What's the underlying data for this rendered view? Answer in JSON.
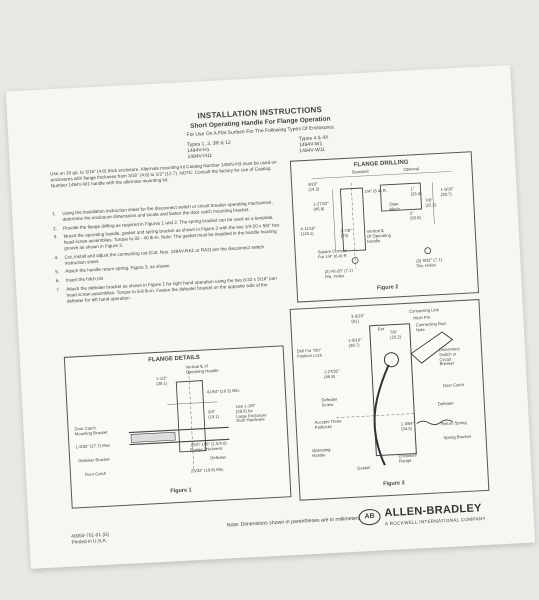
{
  "header": {
    "title": "INSTALLATION INSTRUCTIONS",
    "subtitle": "Short Operating Handle For Flange Operation",
    "subline": "For Use On A Flat Surface For The Following Types Of Enclosures:",
    "types_col1": [
      "Types 1, 3, 3R & 12",
      "1494V-H1",
      "1494V-H11"
    ],
    "types_col2": [
      "Types 4 & 4X",
      "1494V-W1",
      "1494V-W11"
    ]
  },
  "intro": "Use on 16 ga. to 3/16\" (4.8) thick enclosure. Alternate mounting kit Catalog Number 1494V-H3 must be used on enclosures with flange thickness from 3/16\" (4.8) to 1/2\" (12.7). NOTE: Consult the factory for use of Catalog Number 1494V-W1 handle with the alternate mounting kit.",
  "steps": [
    {
      "n": "1.",
      "text": "Using the installation instruction sheet for the disconnect switch or circuit breaker operating mechanism, determine the enclosure dimensions and locate and fasten the door catch mounting bracket."
    },
    {
      "n": "2.",
      "text": "Provide the flange drilling as required in Figures 1 and 2. The spring bracket can be used as a template."
    },
    {
      "n": "3.",
      "text": "Mount the operating handle, gasket and spring bracket as shown in Figure 3 with the two 1/4-20 x 5/8\" hex head screw assemblies. Torque to 35 - 40 lb-in. Note: The gasket must be installed in the handle housing groove as shown in Figure 3."
    },
    {
      "n": "4.",
      "text": "Cut, install and adjust the connecting rod (Cat. Nos. 1494V-RA1 or RA2) per the disconnect switch instruction sheet."
    },
    {
      "n": "5.",
      "text": "Attach the handle return spring, Figure 3, as shown."
    },
    {
      "n": "6.",
      "text": "Insert the hitch pin."
    },
    {
      "n": "7.",
      "text": "Attach the defeater bracket as shown in Figure 1 for right hand operation using the two 8-32 x 5/16\" pan head screw assemblies. Torque to 6-8 lb-in. Fasten the defeater bracket on the opposite side of the defeater for left hand operation."
    }
  ],
  "figure1": {
    "title": "FLANGE DETAILS",
    "caption": "Figure 1",
    "labels": {
      "dim_1_1_2": "1-1/2\"\n(38.1)",
      "vertical_cl": "Vertical ℄ of\nOperating Handle",
      "dim_41_64": "41/64\" (16.3) Min.",
      "door_catch_bracket": "Door Catch\nMounting Bracket",
      "dim_3_4": "3/4\"\n(19.1)",
      "use_1_1_8": "Use 1-1/8\"\n(28.6) for\nLarge Enclosure\nDoor Hardware",
      "dim_1_3_32": "1-3/32\" (27.7) Max.",
      "flange_thickness": ".059\"/.188\" (1.5/4.8)\nFlange Thickness",
      "defeater_bracket": "Defeater Bracket",
      "defeater": "Defeater",
      "door_catch": "Door Catch",
      "dim_25_32": "25/32\" (19.8) Min."
    }
  },
  "figure2": {
    "title": "FLANGE DRILLING",
    "caption": "Figure 2",
    "labels": {
      "standard": "Standard",
      "optional": "Optional",
      "dim_9_16": "9/16\"\n(14.3)",
      "dim_1_4": "1/4\" (6.4) R.",
      "dim_1": "1\"\n(25.4)",
      "dim_1_9_16": "1-9/16\"\n(39.7)",
      "dim_1_27_32": "1-27/32\"\n(46.8)",
      "oper_mech": "Oper.\nMech.",
      "dim_7_8": "7/8\"\n(22.2)",
      "dim_2": "2\"\n(50.8)",
      "dim_4_11_16": "4-11/16\"\n(119.1)",
      "dim_2_7_8": "2-7/8\"\n(73)",
      "vertical_cl": "Vertical ℄\nOf Operating\nHandle",
      "square_corners": "Square Corners\nFor 1/4\" (6.4) R",
      "holes_left": "(2) #6-20\" (7.1)\nDia. Holes",
      "holes_right": "(2) 9/32\" (7.1)\nDia. Holes"
    }
  },
  "figure3": {
    "caption": "Figure 3",
    "labels": {
      "dim_3_3_16": "3-3/16\"\n(81)",
      "connecting_link": "Connecting Link",
      "hitch_pin": "Hitch Pin",
      "connecting_rod": "Connecting Rod\nNote",
      "ear": "Ear",
      "dim_7_8": "7/8\"\n(22.2)",
      "dim_1_9_16": "1-9/16\"\n(39.7)",
      "drill_for": "Drill For \"On\"\nPosition Lock",
      "disconnect": "Disconnect\nSwitch or\nCircuit\nBreaker",
      "dim_1_27_32": "1-27/32\"\n(46.8)",
      "door_catch": "Door Catch",
      "defeater_screw": "Defeater\nScrew",
      "defeater": "Defeater",
      "accepts_three": "Accepts Three\nPadlocks",
      "dim_1_3_64": "1-3/64\"\n(34.5)",
      "return_spring": "Return Spring",
      "spring_bracket": "Spring Bracket",
      "operating_handle": "Operating\nHandle",
      "enclosure_flange": "Enclosure\nFlange",
      "gasket": "Gasket"
    }
  },
  "footer": {
    "note": "Note:  Dimensions shown in parentheses are in millimeters.",
    "doc_number": "40050-701-01 (G)",
    "printed": "Printed in U.S.A.",
    "logo_text": "AB",
    "brand": "ALLEN-BRADLEY",
    "brand_sub": "A ROCKWELL INTERNATIONAL COMPANY"
  }
}
